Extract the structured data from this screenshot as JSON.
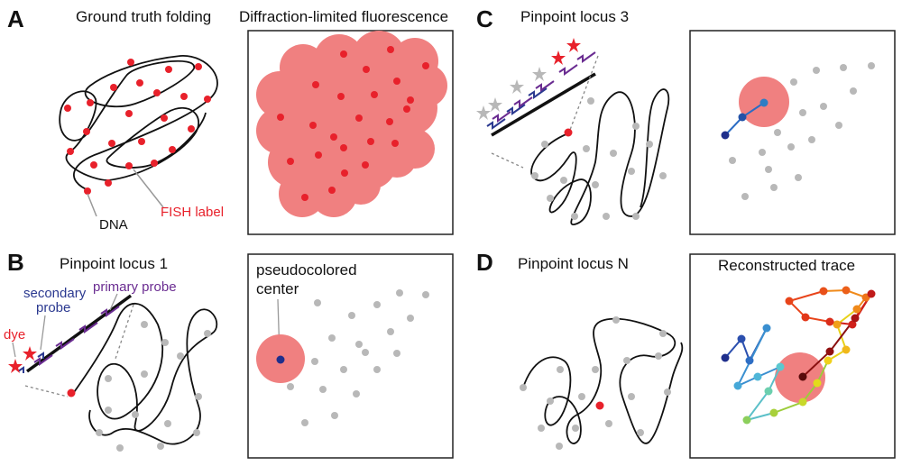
{
  "panels": {
    "A": {
      "letter": "A",
      "title": "Ground truth folding",
      "dna_label": "DNA",
      "fish_label": "FISH label",
      "fluor_title": "Diffraction-limited fluorescence"
    },
    "B": {
      "letter": "B",
      "title": "Pinpoint locus 1",
      "secondary_probe": [
        "secondary",
        "probe"
      ],
      "primary_probe": "primary probe",
      "dye": "dye",
      "pseudocolored": [
        "pseudocolored",
        "center"
      ]
    },
    "C": {
      "letter": "C",
      "title": "Pinpoint locus 3"
    },
    "D": {
      "letter": "D",
      "title": "Pinpoint locus N",
      "trace_title": "Reconstructed trace"
    }
  },
  "colors": {
    "fish_red": "#e8212b",
    "blur_pink": "#f08080",
    "fluor_title": "#f27f82",
    "probe_primary": "#6a2c91",
    "probe_secondary": "#2b3990",
    "center_blue": "#1f2f8c",
    "locus_gray": "#b8b8b8"
  }
}
